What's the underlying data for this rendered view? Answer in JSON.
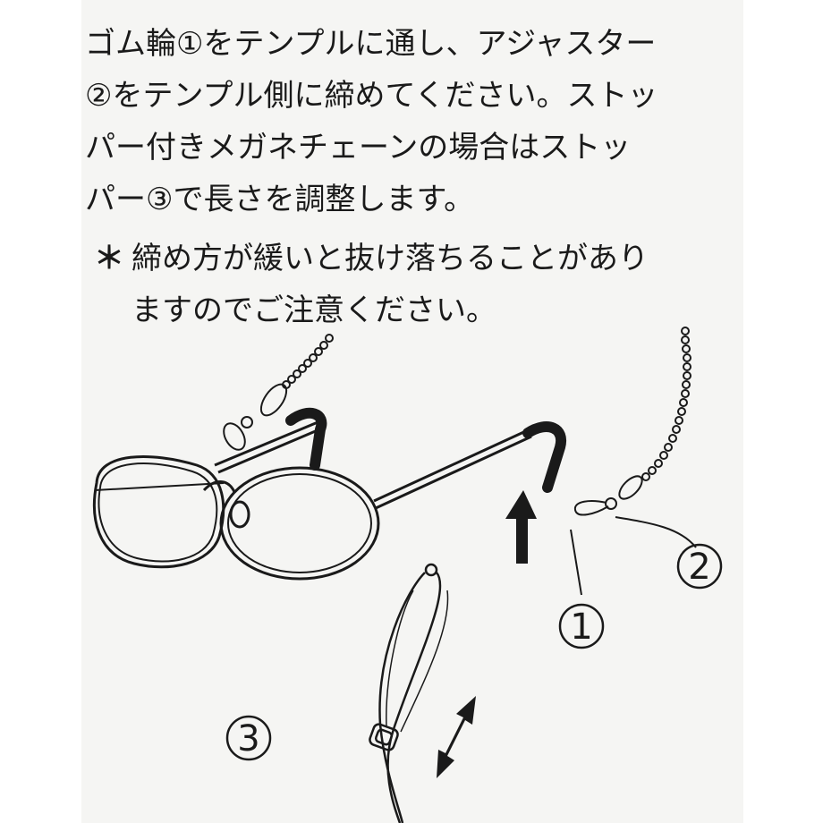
{
  "instructions": {
    "lines": [
      "ゴム輪①をテンプルに通し、アジャスター",
      "②をテンプル側に締めてください。ストッ",
      "パー付きメガネチェーンの場合はストッ",
      "パー③で長さを調整します。"
    ]
  },
  "note": {
    "mark": "＊",
    "line1": "締め方が緩いと抜け落ちることがあり",
    "line2": "ますのでご注意ください。"
  },
  "callouts": {
    "one": "1",
    "two": "2",
    "three": "3"
  }
}
